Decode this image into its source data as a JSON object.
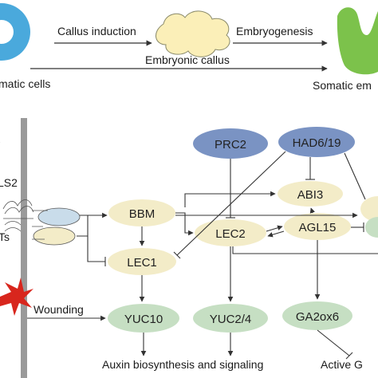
{
  "top": {
    "callus_induction": "Callus induction",
    "embryogenesis": "Embryogenesis",
    "embryonic_callus": "Embryonic callus",
    "somatic_cells": "matic cells",
    "somatic_embryo": "Somatic em"
  },
  "left": {
    "label_ls2": "LS2",
    "label_ts": "Ts",
    "wounding": "Wounding"
  },
  "nodes": {
    "prc2": "PRC2",
    "had": "HAD6/19",
    "abi3": "ABI3",
    "bbm": "BBM",
    "lec2": "LEC2",
    "agl15": "AGL15",
    "lec1": "LEC1",
    "yuc10": "YUC10",
    "yuc24": "YUC2/4",
    "ga2ox6": "GA2ox6"
  },
  "bottom": {
    "auxin": "Auxin biosynthesis and signaling",
    "active_ga": "Active G"
  },
  "colors": {
    "cell_blue": "#4aa9dc",
    "callus_yellow": "#fbefb8",
    "embryo_green": "#7cc24b",
    "node_cream": "#f3ecc8",
    "node_blue": "#7a93c3",
    "node_green": "#c6dfc3",
    "membrane_gray": "#9a9a9a",
    "wound_red": "#d8261d",
    "receptor_blue": "#c9dcea",
    "arrow": "#333333"
  }
}
